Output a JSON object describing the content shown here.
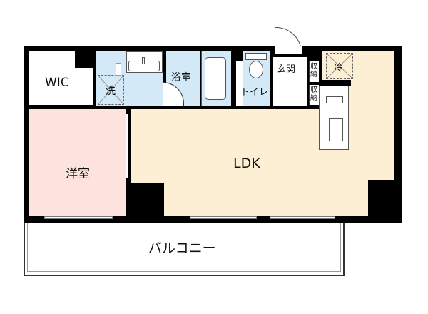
{
  "floor_plan": {
    "rooms": {
      "wic": {
        "label": "WIC"
      },
      "washroom": {
        "label": "洗"
      },
      "bathroom": {
        "label": "浴室"
      },
      "toilet": {
        "label": "トイレ"
      },
      "entrance": {
        "label": "玄関"
      },
      "storage_1": {
        "label": "収納"
      },
      "storage_2": {
        "label": "収納"
      },
      "refrigerator": {
        "label": "冷"
      },
      "western_room": {
        "label": "洋室"
      },
      "ldk": {
        "label": "LDK"
      },
      "balcony": {
        "label": "バルコニー"
      }
    },
    "colors": {
      "ldk": "#fdefd3",
      "western_room": "#fce3dd",
      "wet_area": "#d4e9f7",
      "wall": "#000000"
    }
  }
}
